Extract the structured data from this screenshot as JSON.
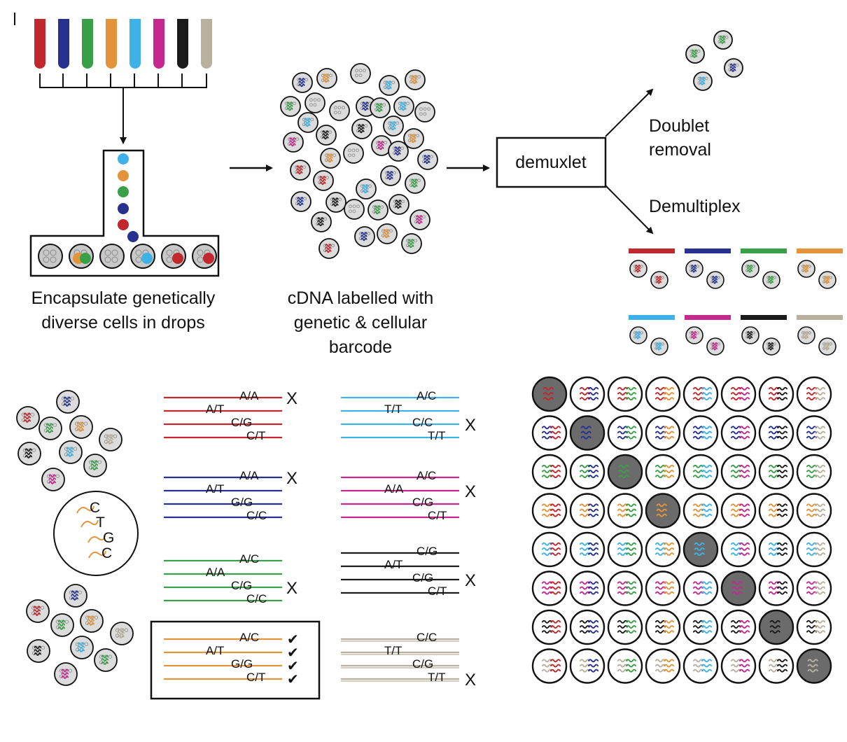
{
  "palette": {
    "red": "#c0282d",
    "navy": "#27318f",
    "green": "#3aa048",
    "orange": "#e3943a",
    "sky": "#3eb2e6",
    "magenta": "#c5288f",
    "black": "#1b1b1b",
    "beige": "#b9b09e",
    "cell_fill": "#dcdcdc",
    "doublet_fill": "#6b6b6b"
  },
  "tube_colors": [
    "red",
    "navy",
    "green",
    "orange",
    "sky",
    "magenta",
    "black",
    "beige"
  ],
  "channel_beads": [
    "sky",
    "orange",
    "green",
    "navy",
    "red",
    "navy"
  ],
  "drops": [
    [
      "gray"
    ],
    [
      "orange",
      "green"
    ],
    [
      "gray"
    ],
    [
      "gray",
      "sky"
    ],
    [
      "gray",
      "red"
    ],
    [
      "gray",
      "red"
    ]
  ],
  "captions": {
    "encapsulate": [
      "Encapsulate genetically",
      "diverse cells in drops"
    ],
    "cdna": [
      "cDNA labelled with",
      "genetic & cellular",
      "barcode"
    ]
  },
  "demuxlet_box": "demuxlet",
  "outputs": {
    "doublet": [
      "Doublet",
      "removal"
    ],
    "demultiplex": "Demultiplex"
  },
  "genotypes": {
    "sample_colors": [
      "red",
      "sky",
      "navy",
      "magenta",
      "green",
      "black",
      "orange",
      "beige"
    ],
    "lines": [
      [
        "A/A",
        "A/T",
        "C/G",
        "C/T"
      ],
      [
        "A/C",
        "T/T",
        "C/C",
        "T/T"
      ],
      [
        "A/A",
        "A/T",
        "G/G",
        "C/C"
      ],
      [
        "A/C",
        "A/A",
        "C/G",
        "C/T"
      ],
      [
        "A/C",
        "A/A",
        "C/G",
        "C/C"
      ],
      [
        "C/G",
        "A/T",
        "C/G",
        "C/T"
      ],
      [
        "A/C",
        "A/T",
        "G/G",
        "C/T"
      ],
      [
        "C/C",
        "T/T",
        "C/G",
        "T/T"
      ]
    ],
    "match_symbol": "✔",
    "mismatch_symbol": "X"
  },
  "cell_bases": [
    "C",
    "T",
    "G",
    "C"
  ],
  "cell_colors": [
    "red",
    "navy",
    "green",
    "orange",
    "sky",
    "magenta",
    "black",
    "beige"
  ]
}
